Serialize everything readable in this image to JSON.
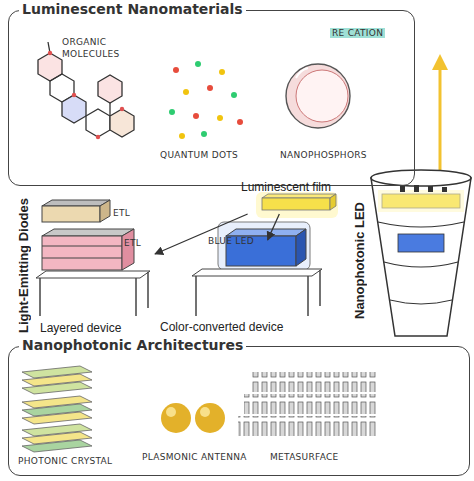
{
  "diagram": {
    "nodes": [
      {
        "text": [
          "Luminescent Nanomaterials"
        ]
      },
      {
        "text": [
          "Luminescent film"
        ]
      },
      {
        "text": [
          "Layered device"
        ]
      },
      {
        "text": [
          "Color-converted device"
        ]
      },
      {
        "text": [
          "Nanophotonic LED"
        ]
      },
      {
        "text": [
          "Nanophotonic Architectures"
        ]
      }
    ],
    "edges": [
      {
        "from": 1,
        "to": 2,
        "arrow": "to"
      },
      {
        "from": 1,
        "to": 3,
        "arrow": "to"
      }
    ],
    "labels": [
      "Light-Emitting Diodes",
      "ORGANIC MOLECULES",
      "QUANTUM DOTS",
      "NANOPHOSPHORS",
      "RE CATION",
      "ETL",
      "ETL",
      "BLUE LED",
      "PHOTONIC CRYSTAL",
      "PLASMONIC ANTENNA",
      "METASURFACE"
    ]
  }
}
